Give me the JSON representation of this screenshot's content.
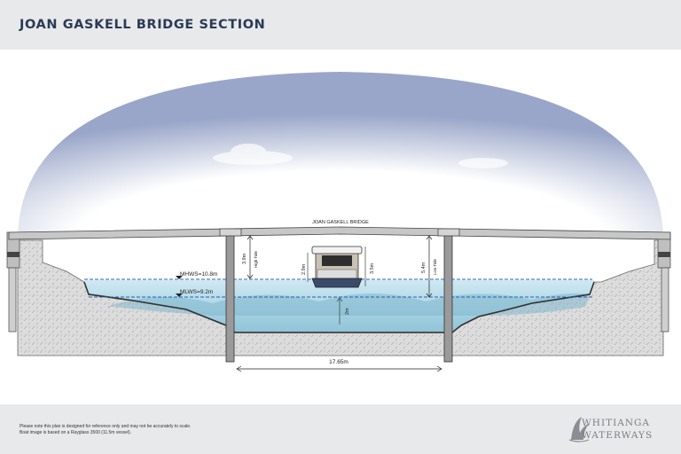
{
  "header": {
    "title": "JOAN GASKELL BRIDGE SECTION"
  },
  "diagram": {
    "bridge_label": "JOAN GASKELL BRIDGE",
    "mhws": "MHWS=10.8m",
    "mlws": "MLWS=9.2m",
    "high_tide_value": "3.9m",
    "high_tide_label": "High Tide",
    "low_tide_value": "5.4m",
    "low_tide_label": "Low Tide",
    "boat_height_1": "2.9m",
    "boat_height_2": "3.5m",
    "depth": "2m",
    "span": "17.65m"
  },
  "footer": {
    "note_line1": "Please note this plan is designed for reference only and may not be accurately to scale.",
    "note_line2": "Boat image is based on a Rayglass 3500 (11.5m vessel).",
    "logo_line1": "WHITIANGA",
    "logo_line2": "WATERWAYS"
  },
  "colors": {
    "title": "#2b3a55",
    "water": "#a9d6e4",
    "tide_line": "#1f5fbf",
    "ground": "#d8d8d8"
  }
}
